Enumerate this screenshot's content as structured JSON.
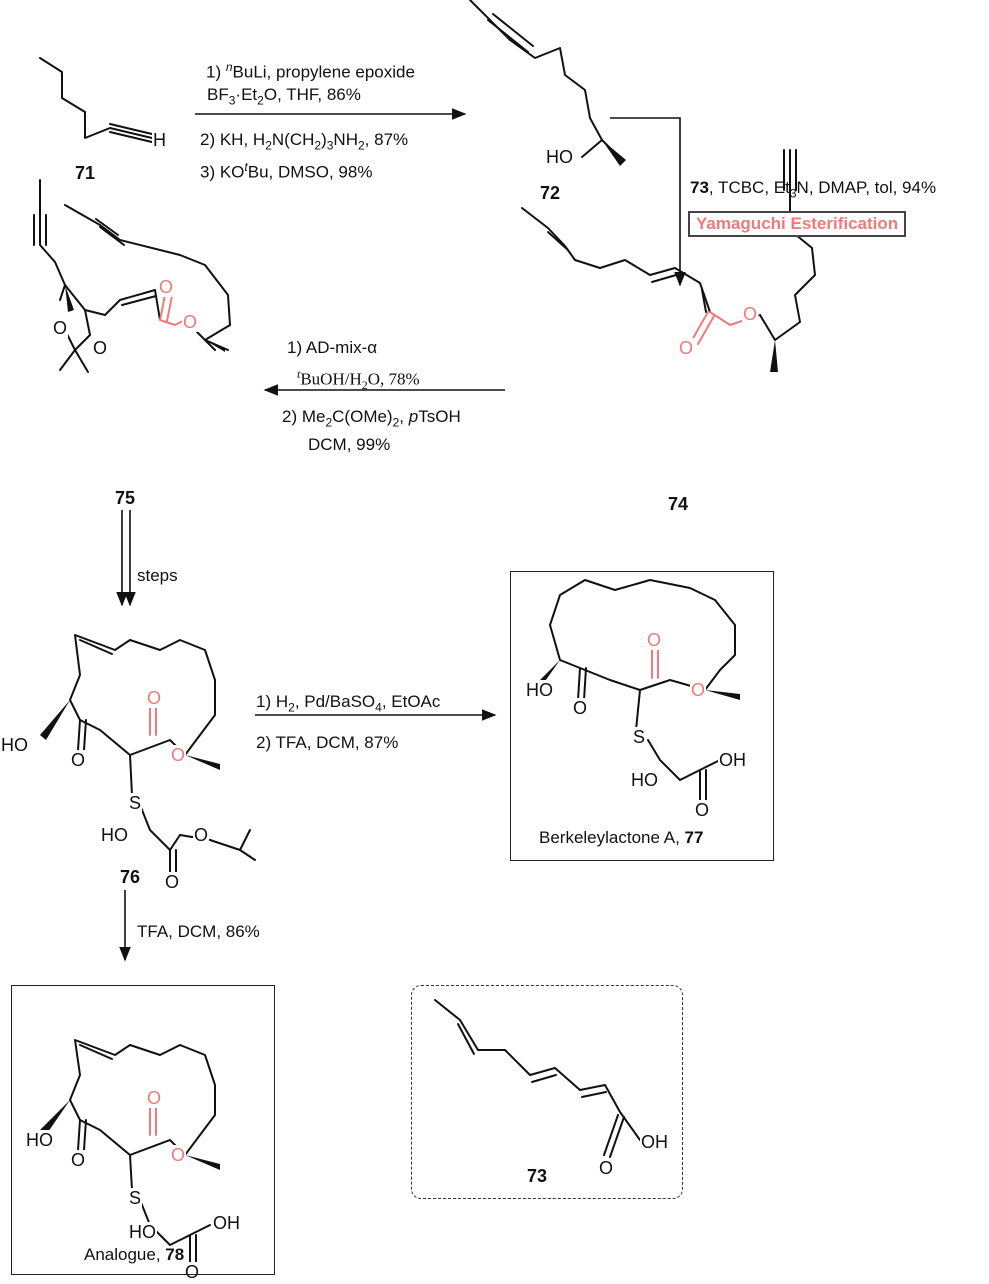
{
  "compounds": {
    "c71": "71",
    "c72": "72",
    "c73": "73",
    "c74": "74",
    "c75": "75",
    "c76": "76",
    "c77": "77",
    "c78": "78"
  },
  "step1": {
    "line1_pre": "1) ",
    "line1_sup": "n",
    "line1_post": "BuLi, propylene epoxide",
    "line2_a": "BF",
    "line2_sub1": "3",
    "line2_b": "·Et",
    "line2_sub2": "2",
    "line2_c": "O, THF, 86%",
    "line3_a": "2) KH, H",
    "line3_sub1": "2",
    "line3_b": "N(CH",
    "line3_sub2": "2",
    "line3_c": ")",
    "line3_sub3": "3",
    "line3_d": "NH",
    "line3_sub4": "2",
    "line3_e": ", 87%",
    "line4_a": "3) KO",
    "line4_sup": "t",
    "line4_b": "Bu, DMSO, 98%"
  },
  "step2": {
    "num": "73",
    "text_a": ", TCBC, Et",
    "sub": "3",
    "text_b": "N, DMAP, tol, 94%",
    "named_reaction": "Yamaguchi Esterification"
  },
  "step3": {
    "line1": "1) AD-mix-α",
    "line2_sup": "t",
    "line2_a": "BuOH/H",
    "line2_sub": "2",
    "line2_b": "O, 78%",
    "line3_a": "2) Me",
    "line3_sub1": "2",
    "line3_b": "C(OMe)",
    "line3_sub2": "2",
    "line3_c": ", ",
    "line3_ital": "p",
    "line3_d": "TsOH",
    "line4": "DCM, 99%"
  },
  "step4": {
    "label": "steps"
  },
  "step5": {
    "line1_a": "1) H",
    "line1_sub1": "2",
    "line1_b": ", Pd/BaSO",
    "line1_sub2": "4",
    "line1_c": ", EtOAc",
    "line2": "2) TFA, DCM, 87%"
  },
  "step6": {
    "label": "TFA, DCM, 86%"
  },
  "names": {
    "berkeley_pre": "Berkeleylactone A, ",
    "berkeley_num": "77",
    "analogue_pre": "Analogue, ",
    "analogue_num": "78"
  },
  "atoms": {
    "H": "H",
    "HO": "HO",
    "O": "O",
    "S": "S",
    "OH": "OH"
  },
  "colors": {
    "ester": "#f07a7a",
    "bond": "#111111"
  }
}
